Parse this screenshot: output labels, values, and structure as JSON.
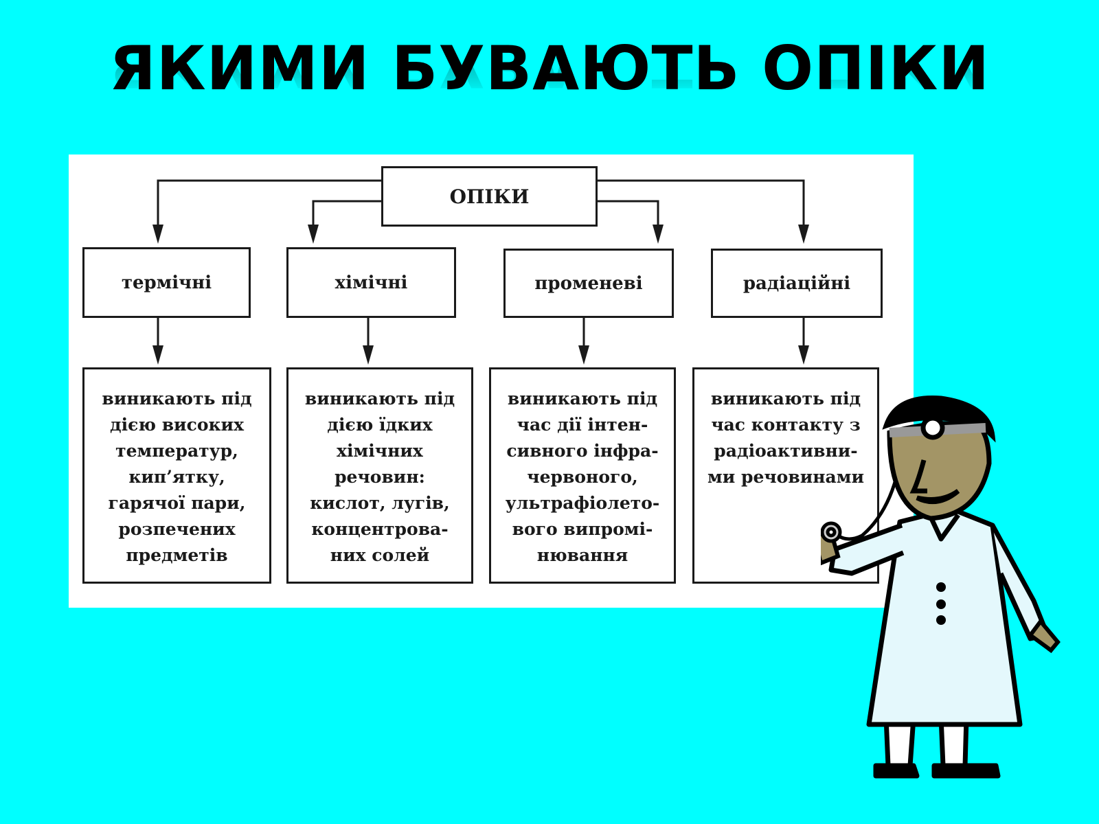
{
  "title": "ЯКИМИ БУВАЮТЬ ОПІКИ",
  "diagram": {
    "root": "ОПІКИ",
    "categories": [
      {
        "label": "термічні",
        "description": "виникають під\nдією високих\nтемператур,\nкип’ятку,\nгарячої пари,\nрозпечених\nпредметів"
      },
      {
        "label": "хімічні",
        "description": "виникають під\nдією їдких\nхімічних\nречовин:\nкислот, лугів,\nконцентрова-\nних солей"
      },
      {
        "label": "променеві",
        "description": "виникають під\nчас дії інтен-\nсивного інфра-\nчервоного,\nультрафіолето-\nвого випромі-\nнювання"
      },
      {
        "label": "радіаційні",
        "description": "виникають під\nчас контакту з\nрадіоактивни-\nми речовинами"
      }
    ]
  },
  "colors": {
    "background": "#00FFFF",
    "diagram_bg": "#FFFFFF",
    "ink": "#1A1A1A"
  },
  "illustration": "doctor-with-stethoscope"
}
